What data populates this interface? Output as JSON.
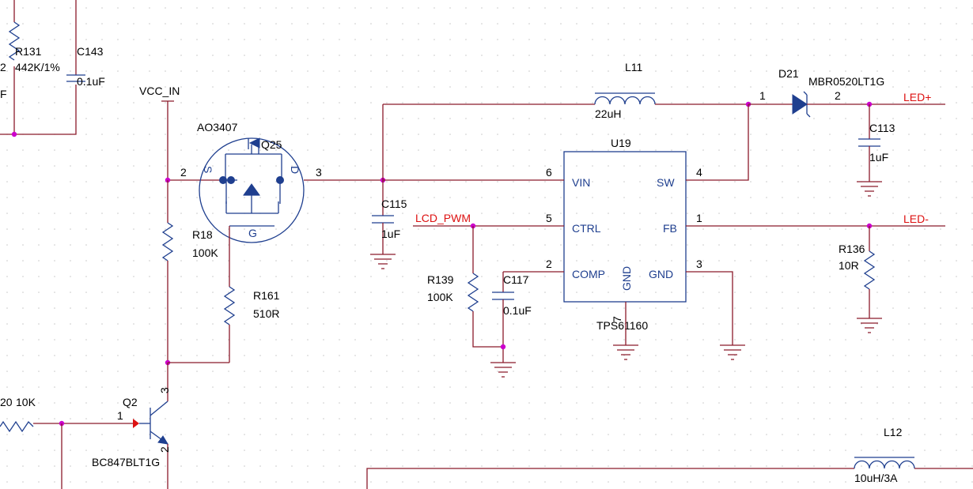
{
  "colors": {
    "wire": "#8b1a2b",
    "component": "#1f3f8f",
    "junction": "#cc00cc",
    "net_label": "#dd1111",
    "grid_dot": "#c8c8c8"
  },
  "power": {
    "vcc_in": "VCC_IN"
  },
  "nets": {
    "led_plus": "LED+",
    "led_minus": "LED-",
    "lcd_pwm": "LCD_PWM"
  },
  "components": {
    "r131": {
      "ref": "R131",
      "value": "442K/1%"
    },
    "c143": {
      "ref": "C143",
      "value": "0.1uF"
    },
    "q25": {
      "ref": "Q25",
      "part": "AO3407",
      "pin_s": "2",
      "pin_d": "3",
      "mark_s": "S",
      "mark_d": "D",
      "mark_g": "G"
    },
    "r18": {
      "ref": "R18",
      "value": "100K"
    },
    "r161": {
      "ref": "R161",
      "value": "510R"
    },
    "c115": {
      "ref": "C115",
      "value": "1uF"
    },
    "l11": {
      "ref": "L11",
      "value": "22uH"
    },
    "d21": {
      "ref": "D21",
      "part": "MBR0520LT1G",
      "pin1": "1",
      "pin2": "2"
    },
    "c113": {
      "ref": "C113",
      "value": "1uF"
    },
    "u19": {
      "ref": "U19",
      "part": "TPS61160",
      "pins": {
        "vin": {
          "name": "VIN",
          "num": "6"
        },
        "ctrl": {
          "name": "CTRL",
          "num": "5"
        },
        "comp": {
          "name": "COMP",
          "num": "2"
        },
        "sw": {
          "name": "SW",
          "num": "4"
        },
        "fb": {
          "name": "FB",
          "num": "1"
        },
        "gnd": {
          "name": "GND",
          "num": "3"
        },
        "gnd2": {
          "name": "GND",
          "num": "7"
        }
      }
    },
    "r139": {
      "ref": "R139",
      "value": "100K"
    },
    "c117": {
      "ref": "C117",
      "value": "0.1uF"
    },
    "r136": {
      "ref": "R136",
      "value": "10R"
    },
    "q2": {
      "ref": "Q2",
      "part": "BC847BLT1G",
      "pin_b": "1",
      "pin_c": "3",
      "pin_e": "2"
    },
    "r120": {
      "partial_ref": "20",
      "value": "10K"
    },
    "l12": {
      "ref": "L12",
      "value": "10uH/3A"
    }
  },
  "misc": {
    "left_pin_2": "2",
    "left_pin_f": "F"
  }
}
